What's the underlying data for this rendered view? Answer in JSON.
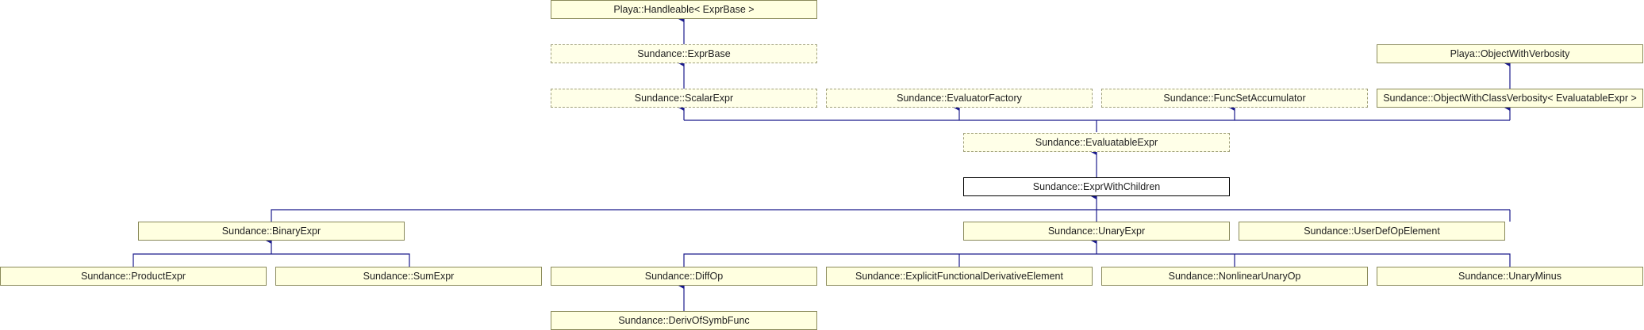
{
  "nodes": {
    "handleable": "Playa::Handleable< ExprBase >",
    "expr_base": "Sundance::ExprBase",
    "object_with_verbosity": "Playa::ObjectWithVerbosity",
    "scalar_expr": "Sundance::ScalarExpr",
    "evaluator_factory": "Sundance::EvaluatorFactory",
    "func_set_accumulator": "Sundance::FuncSetAccumulator",
    "object_with_class_verbosity": "Sundance::ObjectWithClassVerbosity< EvaluatableExpr >",
    "evaluatable_expr": "Sundance::EvaluatableExpr",
    "expr_with_children": "Sundance::ExprWithChildren",
    "binary_expr": "Sundance::BinaryExpr",
    "unary_expr": "Sundance::UnaryExpr",
    "user_def_op_element": "Sundance::UserDefOpElement",
    "product_expr": "Sundance::ProductExpr",
    "sum_expr": "Sundance::SumExpr",
    "diff_op": "Sundance::DiffOp",
    "explicit_functional_derivative_element": "Sundance::ExplicitFunctionalDerivativeElement",
    "nonlinear_unary_op": "Sundance::NonlinearUnaryOp",
    "unary_minus": "Sundance::UnaryMinus",
    "deriv_of_symb_func": "Sundance::DerivOfSymbFunc"
  },
  "colors": {
    "node_fill": "#ffffe0",
    "node_border": "#8a8a5a",
    "edge": "#1a1a8c",
    "current_border": "#000000"
  }
}
